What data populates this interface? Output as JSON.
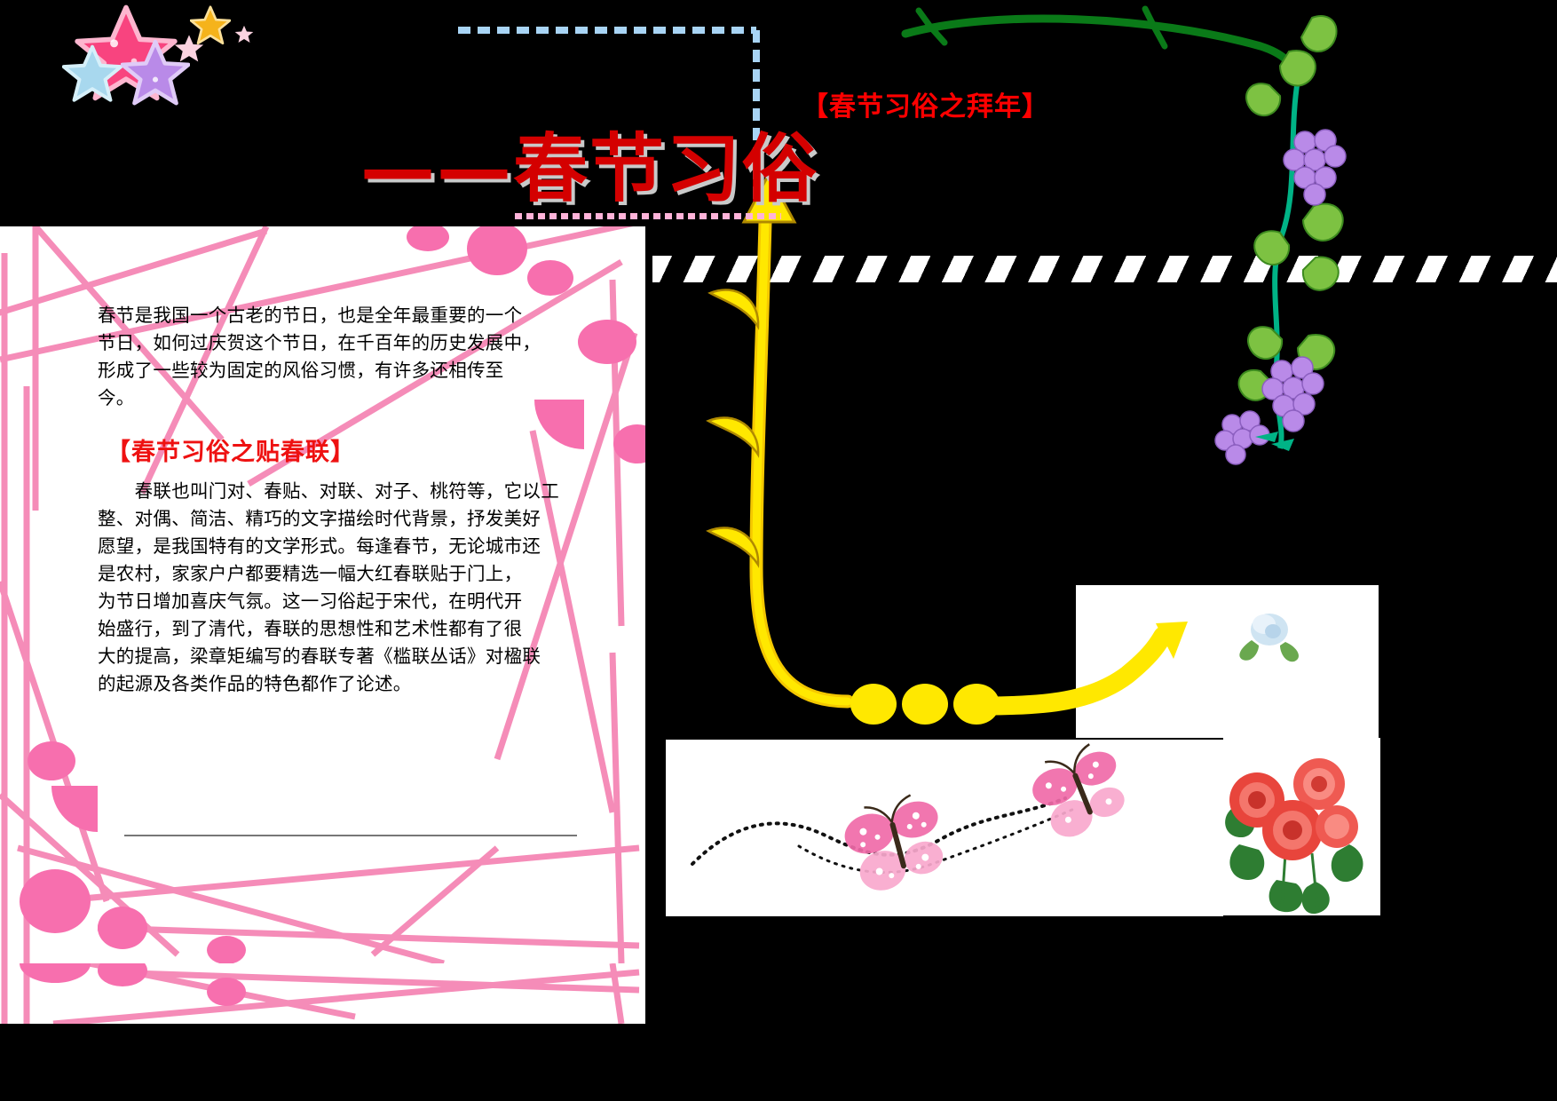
{
  "document": {
    "kind": "chinese-new-year-poster",
    "background_color": "#000000",
    "paper_color": "#ffffff"
  },
  "title": {
    "text": "——春节习俗",
    "color": "#d40000",
    "shadow_color": "#c9c9c9"
  },
  "headings": {
    "right_header": "【春节习俗之拜年】",
    "right_header_color": "#ff0000",
    "section_spring_couplets": "【春节习俗之贴春联】",
    "section_color": "#ee1111"
  },
  "paragraphs": {
    "intro": "春节是我国一个古老的节日，也是全年最重要的一个节日，如何过庆贺这个节日，在千百年的历史发展中，形成了一些较为固定的风俗习惯，有许多还相传至今。",
    "intro_lines": [
      "春节是我国一个古老的节日，也是全年最重要的一个",
      "节日，如何过庆贺这个节日，在千百年的历史发展中，",
      "形成了一些较为固定的风俗习惯，有许多还相传至",
      "今。"
    ],
    "couplets": "春联也叫门对、春贴、对联、对子、桃符等，它以工整、对偶、简洁、精巧的文字描绘时代背景，抒发美好愿望，是我国特有的文学形式。每逢春节，无论城市还是农村，家家户户都要精选一幅大红春联贴于门上，为节日增加喜庆气氛。这一习俗起于宋代，在明代开始盛行，到了清代，春联的思想性和艺术性都有了很大的提高，梁章矩编写的春联专著《槛联丛话》对楹联的起源及各类作品的特色都作了论述。",
    "couplets_lines": [
      "　　春联也叫门对、春贴、对联、对子、桃符等，它以工",
      "整、对偶、简洁、精巧的文字描绘时代背景，抒发美好",
      "愿望，是我国特有的文学形式。每逢春节，无论城市还",
      "是农村，家家户户都要精选一幅大红春联贴于门上，",
      "为节日增加喜庆气氛。这一习俗起于宋代，在明代开",
      "始盛行，到了清代，春联的思想性和艺术性都有了很",
      "大的提高，梁章矩编写的春联专著《槛联丛话》对楹联",
      "的起源及各类作品的特色都作了论述。"
    ]
  },
  "decorations": {
    "stars": [
      {
        "name": "star-pink-large",
        "color": "#f8447f"
      },
      {
        "name": "star-blue",
        "color": "#a8d8ee"
      },
      {
        "name": "star-purple",
        "color": "#b98ae8"
      },
      {
        "name": "star-pink-small",
        "color": "#fbd3e0"
      },
      {
        "name": "star-orange",
        "color": "#f5b31b"
      },
      {
        "name": "star-pink-tiny",
        "color": "#fbd3e0"
      }
    ],
    "vine": {
      "name": "grape-vine",
      "leaf_color": "#1d8a2b",
      "grape_color": "#b98ae8",
      "stem_color": "#0a7a3c"
    },
    "arrow_up": {
      "name": "yellow-curved-up-arrow",
      "color": "#ffe800",
      "outline": "#b08a00"
    },
    "arrow_right": {
      "name": "yellow-right-arrow",
      "color": "#ffe800"
    },
    "dotted_band": {
      "name": "white-zigzag-band",
      "color": "#ffffff"
    },
    "dashed_line_top": {
      "name": "blue-dashed-line",
      "color": "#a8d4f5"
    },
    "dashed_line_pink": {
      "name": "pink-dashed-line",
      "color": "#ffb3d9"
    },
    "bullet_dots": {
      "name": "yellow-dots",
      "color": "#ffe800",
      "count": 3
    },
    "pink_scribbles": {
      "name": "pink-geometric-scribbles",
      "color": "#f58cb8"
    },
    "photos": [
      {
        "name": "photo-blue-rose",
        "caption": ""
      },
      {
        "name": "photo-butterflies",
        "caption": ""
      },
      {
        "name": "photo-red-roses",
        "caption": ""
      }
    ]
  }
}
